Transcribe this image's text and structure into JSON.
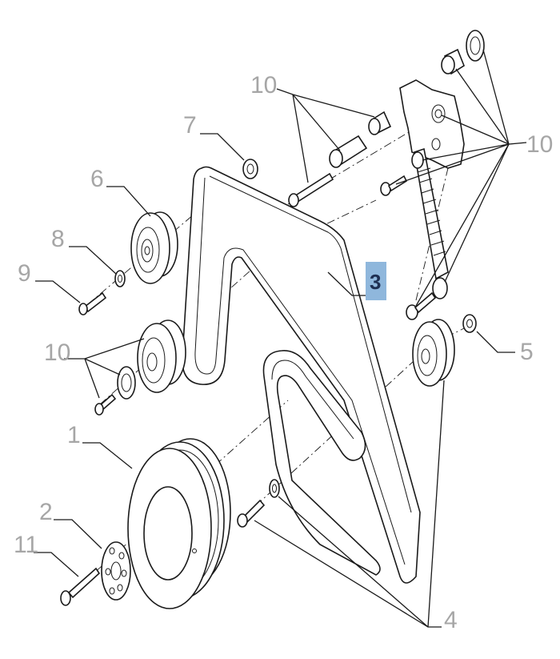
{
  "callouts": [
    {
      "id": "c1",
      "text": "1"
    },
    {
      "id": "c2",
      "text": "2"
    },
    {
      "id": "c3",
      "text": "3",
      "highlight": true
    },
    {
      "id": "c4",
      "text": "4"
    },
    {
      "id": "c5",
      "text": "5"
    },
    {
      "id": "c6",
      "text": "6"
    },
    {
      "id": "c7",
      "text": "7"
    },
    {
      "id": "c8",
      "text": "8"
    },
    {
      "id": "c9",
      "text": "9"
    },
    {
      "id": "c10a",
      "text": "10"
    },
    {
      "id": "c10b",
      "text": "10"
    },
    {
      "id": "c10c",
      "text": "10"
    },
    {
      "id": "c11",
      "text": "11"
    }
  ],
  "colors": {
    "line": "#1a1a1a",
    "callout_text": "#a6a6a6",
    "highlight_fill": "#8fb7dc",
    "highlight_text": "#1e2f52"
  }
}
